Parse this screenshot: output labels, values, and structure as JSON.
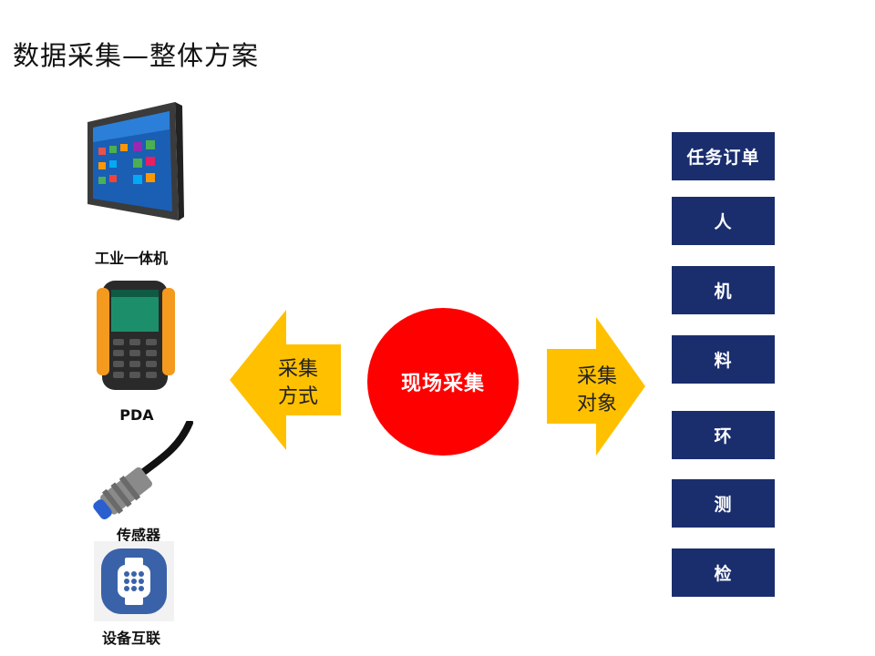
{
  "title": "数据采集—整体方案",
  "devices": [
    {
      "label": "工业一体机",
      "icon": "industrial-panel-pc-icon"
    },
    {
      "label": "PDA",
      "icon": "pda-handheld-icon"
    },
    {
      "label": "传感器",
      "icon": "sensor-cable-icon"
    },
    {
      "label": "设备互联",
      "icon": "smartwatch-icon"
    }
  ],
  "left_arrow": {
    "line1": "采集",
    "line2": "方式"
  },
  "center": {
    "label": "现场采集"
  },
  "right_arrow": {
    "line1": "采集",
    "line2": "对象"
  },
  "targets": [
    "任务订单",
    "人",
    "机",
    "料",
    "环",
    "测",
    "检"
  ],
  "colors": {
    "arrow": "#ffc000",
    "circle": "#ff0000",
    "box": "#1a2e6e",
    "watch_badge": "#3a62a8"
  }
}
